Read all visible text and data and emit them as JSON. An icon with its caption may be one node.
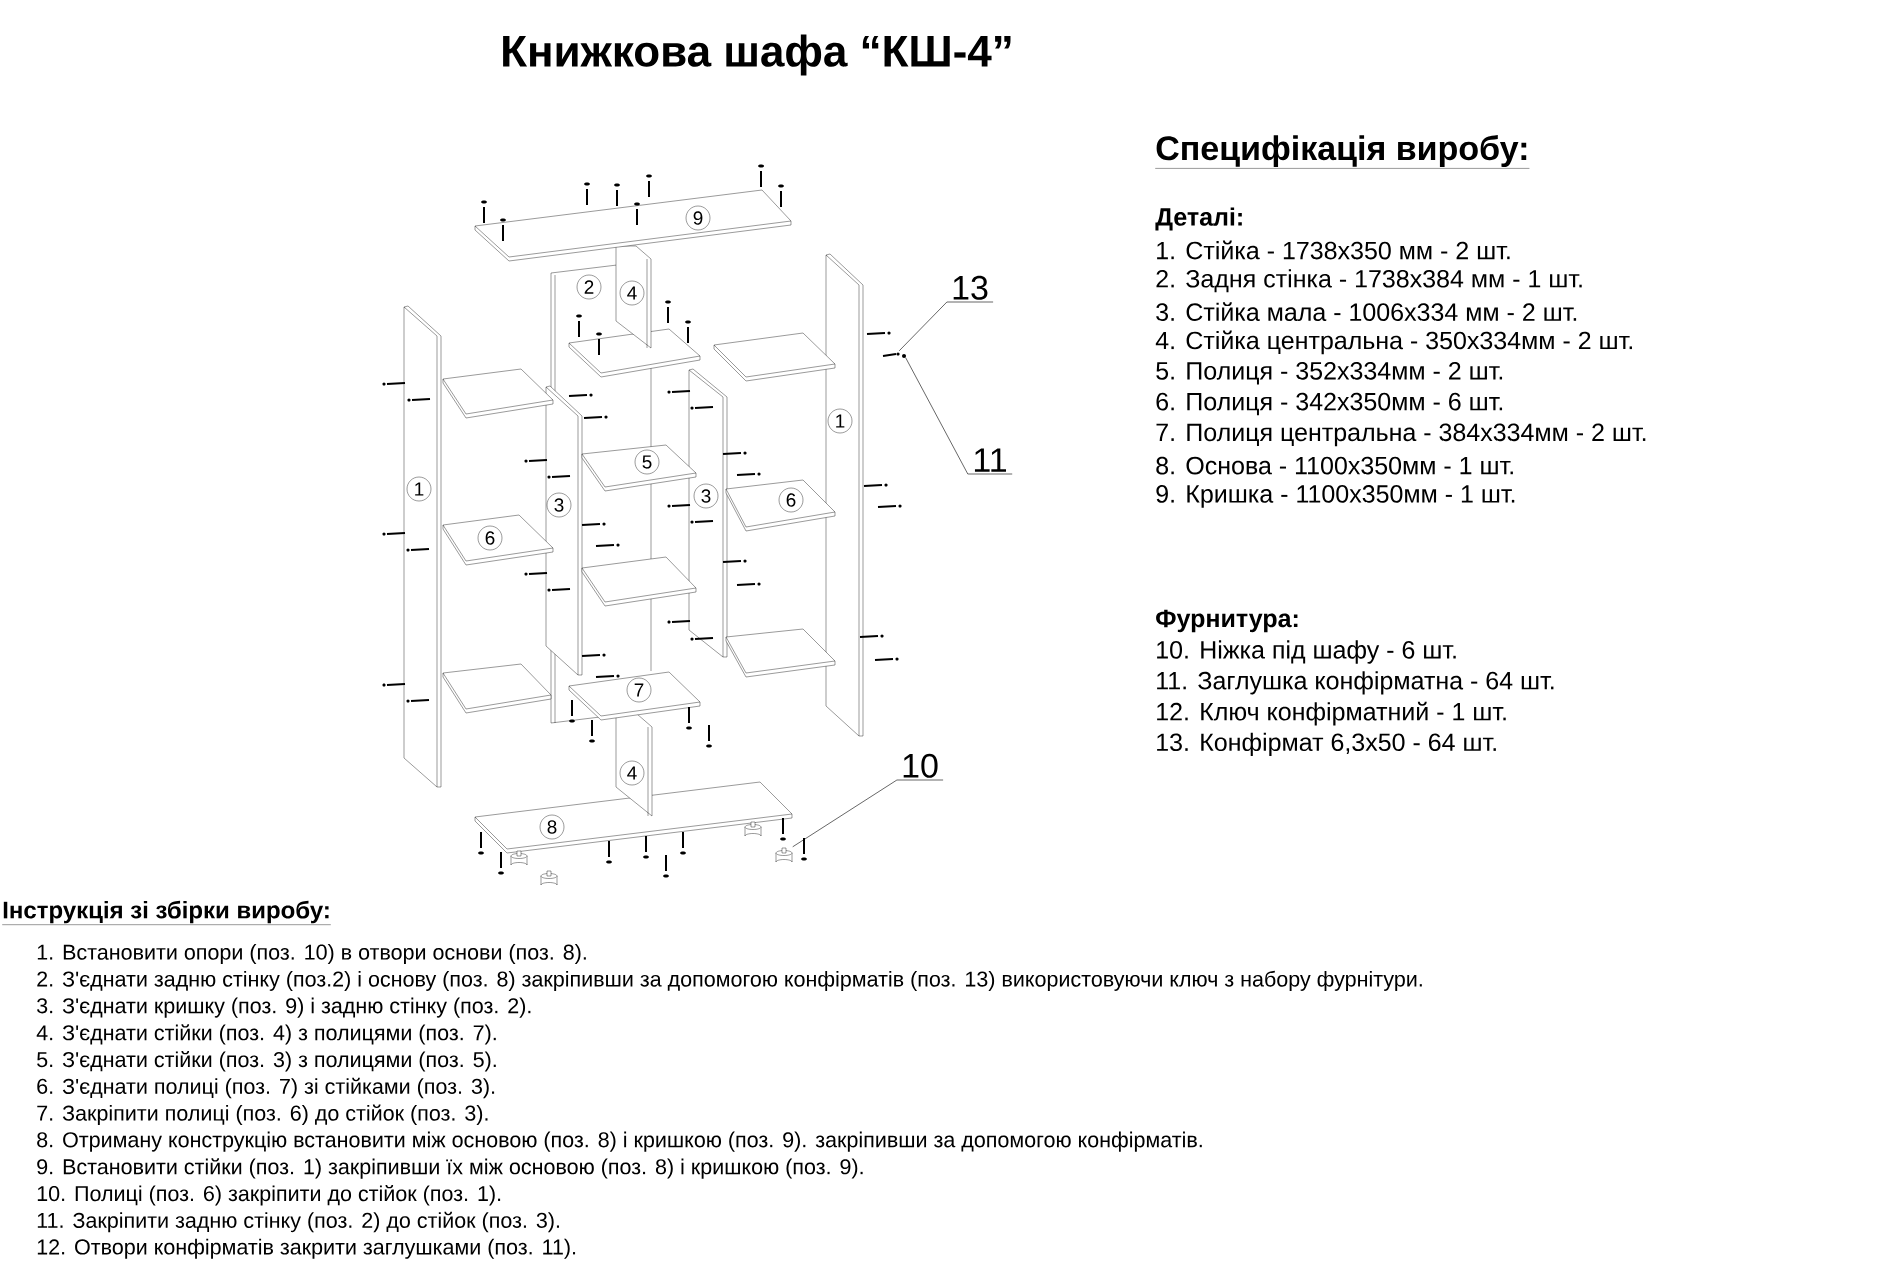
{
  "diagram": {
    "title": "Книжкова шафа “КШ-4”",
    "nodes": [
      {
        "text": [
          "13"
        ]
      },
      {
        "text": [],
        "shape": "screw"
      },
      {
        "text": [
          "11"
        ]
      },
      {
        "text": [],
        "shape": "circle"
      },
      {
        "text": [
          "10"
        ]
      },
      {
        "text": [],
        "shape": "cylinder"
      }
    ],
    "edges": [
      {
        "from": 0,
        "to": 1,
        "arrow": "none"
      },
      {
        "from": 2,
        "to": 3,
        "arrow": "none"
      },
      {
        "from": 4,
        "to": 5,
        "arrow": "none"
      }
    ],
    "labels": [
      "9",
      "2",
      "4",
      "1",
      "5",
      "1",
      "3",
      "3",
      "6",
      "6",
      "7",
      "4",
      "8",
      "Специфікація виробу:",
      "Деталі:",
      "1. Стійка - 1738x350 мм - 2 шт.",
      "2. Задня стінка - 1738x384 мм - 1 шт.",
      "3. Стійка мала - 1006x334 мм - 2 шт.",
      "4. Стійка центральна - 350x334мм - 2 шт.",
      "5. Полиця - 352x334мм - 2 шт.",
      "6. Полиця - 342x350мм - 6 шт.",
      "7. Полиця центральна - 384x334мм - 2 шт.",
      "8. Основа - 1100x350мм - 1 шт.",
      "9. Кришка - 1100x350мм - 1 шт.",
      "Фурнитура:",
      "10. Ніжка під шафу - 6 шт.",
      "11. Заглушка конфірматна - 64 шт.",
      "12. Ключ конфірматний - 1 шт.",
      "13. Конфірмат 6,3x50 - 64 шт.",
      "Інструкція зі збірки виробу:",
      "1. Встановити опори (поз. 10) в отвори основи (поз. 8).",
      "2. З'єднати задню стінку (поз.2) і основу (поз. 8) закріпивши за допомогою конфірматів (поз. 13) використовуючи ключ з набору фурнітури.",
      "3. З'єднати кришку (поз. 9) і задню стінку (поз. 2).",
      "4. З'єднати стійки (поз. 4) з полицями (поз. 7).",
      "5. З'єднати стійки (поз. 3) з полицями (поз. 5).",
      "6. З'єднати полиці (поз. 7) зі стійками (поз. 3).",
      "7. Закріпити полиці (поз. 6) до стійок (поз. 3).",
      "8. Отриману конструкцію встановити між основою (поз. 8) і кришкою (поз. 9). закріпивши за допомогою конфірматів.",
      "9. Встановити стійки (поз. 1) закріпивши їх між основою (поз. 8) і кришкою (поз. 9).",
      "10. Полиці (поз. 6) закріпити до стійок (поз. 1).",
      "11. Закріпити задню стінку (поз. 2) до стійок (поз. 3).",
      "12. Отвори конфірматів закрити заглушками (поз. 11)."
    ]
  }
}
